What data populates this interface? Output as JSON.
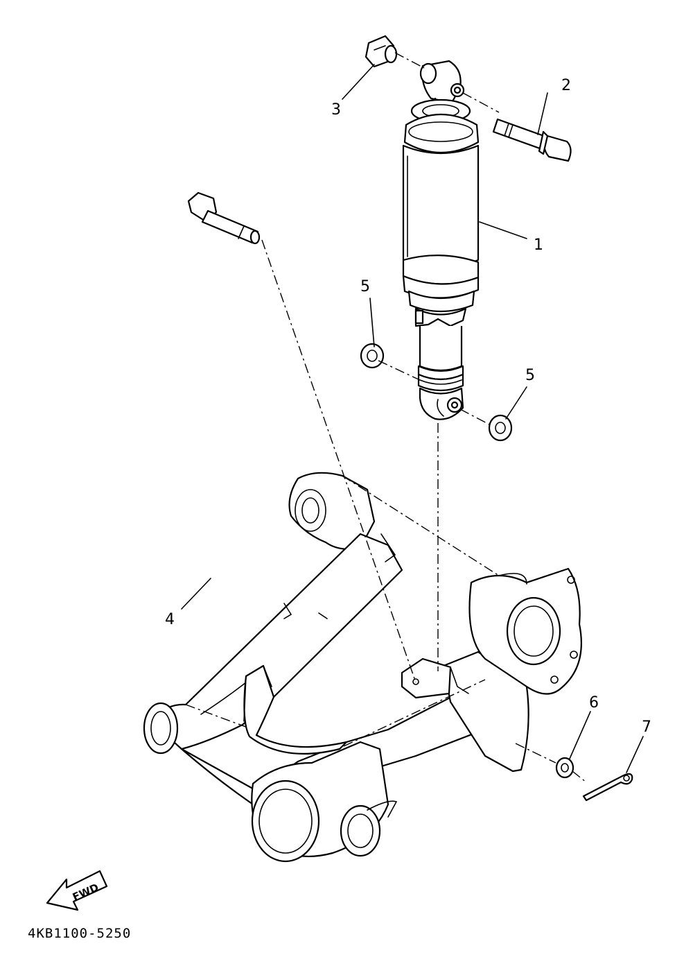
{
  "callouts": [
    {
      "id": "1",
      "label": "1"
    },
    {
      "id": "2",
      "label": "2"
    },
    {
      "id": "3",
      "label": "3"
    },
    {
      "id": "4",
      "label": "4"
    },
    {
      "id": "5a",
      "label": "5"
    },
    {
      "id": "5b",
      "label": "5"
    },
    {
      "id": "6",
      "label": "6"
    },
    {
      "id": "7",
      "label": "7"
    }
  ],
  "fwd_label": "FWD",
  "diagram_code": "4KB1100-5250"
}
